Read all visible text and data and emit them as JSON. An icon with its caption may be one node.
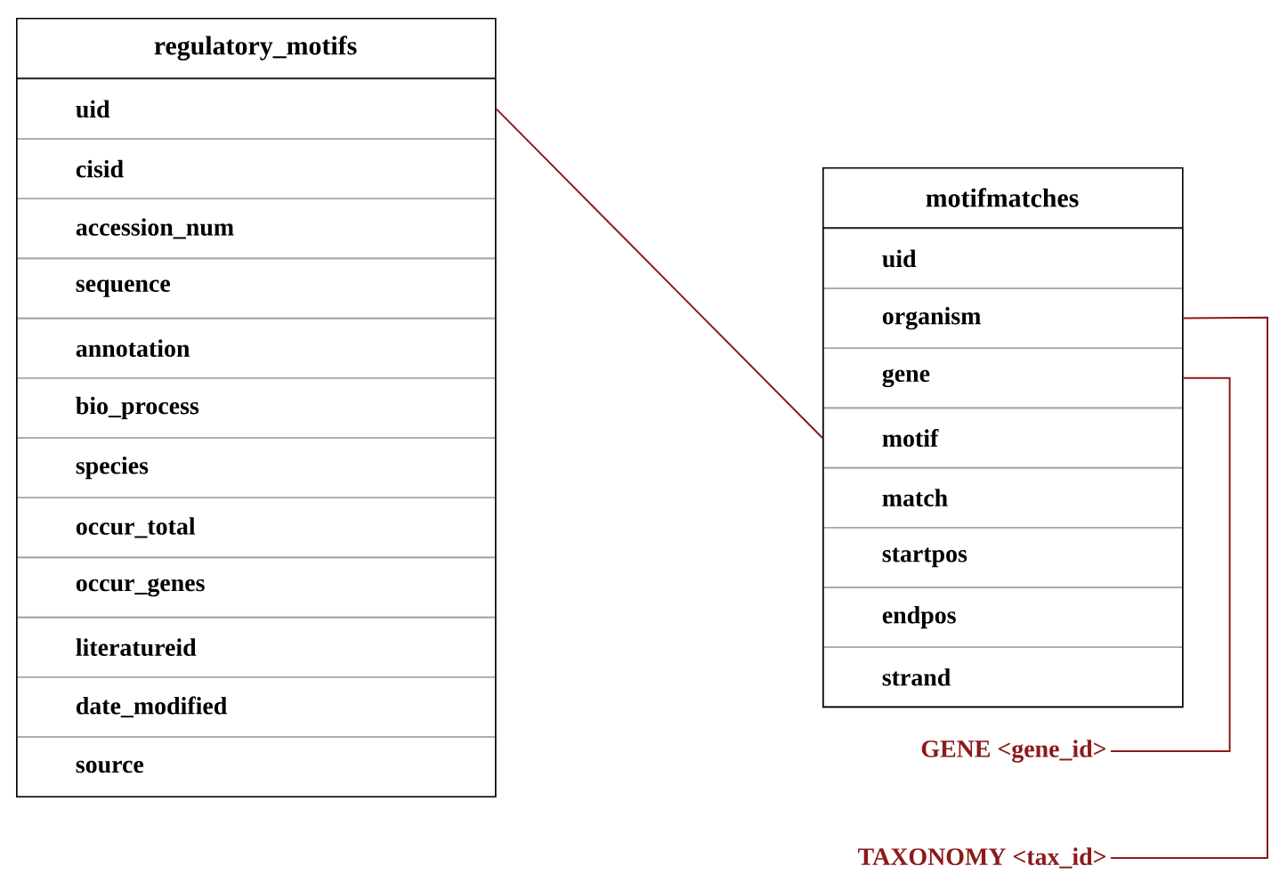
{
  "diagram": {
    "nodes": [
      {
        "text": [
          "regulatory_motifs"
        ]
      },
      {
        "text": [
          "uid"
        ],
        "in": 0
      },
      {
        "text": [
          "cisid"
        ],
        "in": 0
      },
      {
        "text": [
          "accession_num"
        ],
        "in": 0
      },
      {
        "text": [
          "sequence"
        ],
        "in": 0
      },
      {
        "text": [
          "annotation"
        ],
        "in": 0
      },
      {
        "text": [
          "bio_process"
        ],
        "in": 0
      },
      {
        "text": [
          "species"
        ],
        "in": 0
      },
      {
        "text": [
          "occur_total"
        ],
        "in": 0
      },
      {
        "text": [
          "occur_genes"
        ],
        "in": 0
      },
      {
        "text": [
          "literatureid"
        ],
        "in": 0
      },
      {
        "text": [
          "date_modified"
        ],
        "in": 0
      },
      {
        "text": [
          "source"
        ],
        "in": 0
      },
      {
        "text": [
          "motifmatches"
        ]
      },
      {
        "text": [
          "uid"
        ],
        "in": 13
      },
      {
        "text": [
          "organism"
        ],
        "in": 13
      },
      {
        "text": [
          "gene"
        ],
        "in": 13
      },
      {
        "text": [
          "motif"
        ],
        "in": 13
      },
      {
        "text": [
          "match"
        ],
        "in": 13
      },
      {
        "text": [
          "startpos"
        ],
        "in": 13
      },
      {
        "text": [
          "endpos"
        ],
        "in": 13
      },
      {
        "text": [
          "strand"
        ],
        "in": 13
      },
      {
        "text": [
          "GENE <gene_id>"
        ]
      },
      {
        "text": [
          "TAXONOMY <tax_id>"
        ]
      }
    ],
    "edges": [
      {
        "from": 1,
        "to": 17,
        "arrow": "none"
      },
      {
        "from": 16,
        "to": 22,
        "arrow": "none"
      },
      {
        "from": 15,
        "to": 23,
        "arrow": "none"
      }
    ]
  }
}
